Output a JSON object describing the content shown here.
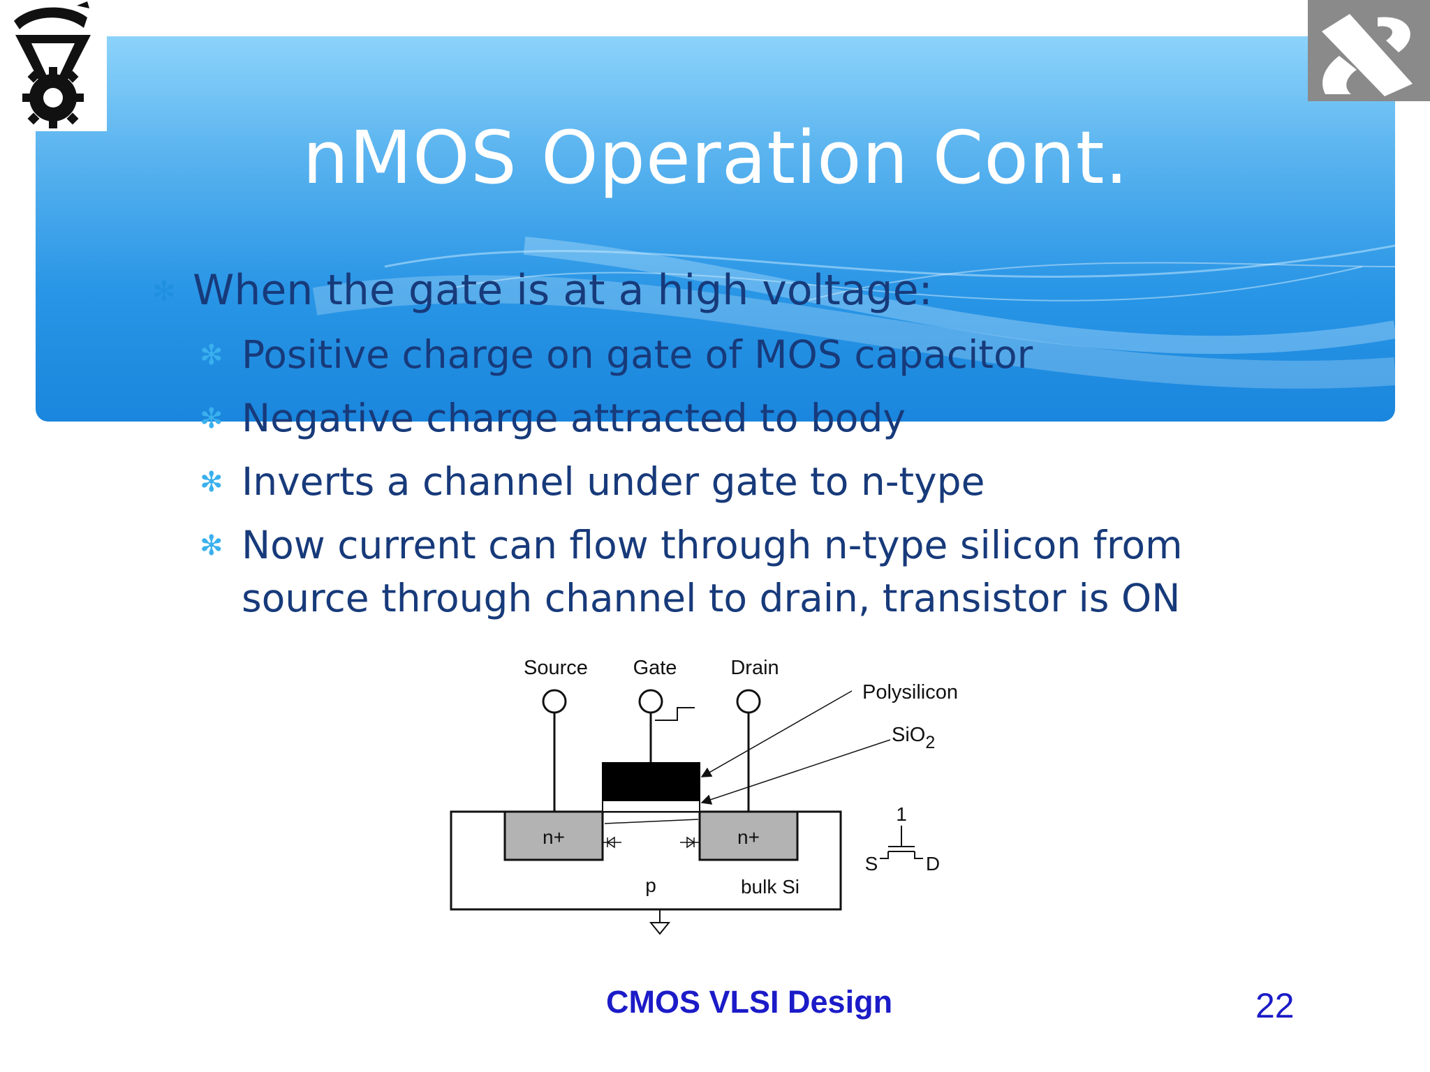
{
  "slide": {
    "title": "nMOS Operation Cont.",
    "main_bullet": "When the gate is at a high voltage:",
    "sub_bullets": [
      "Positive charge on gate of MOS capacitor",
      "Negative charge attracted to body",
      "Inverts a channel under gate to n-type",
      "Now current can flow through n-type silicon from source through channel to drain, transistor is ON"
    ],
    "sub_bullet_4_line1": "Now current can flow through n-type silicon from",
    "sub_bullet_4_line2": "source through channel to drain, transistor is ON",
    "footer": "CMOS VLSI Design",
    "page_number": "22"
  },
  "diagram": {
    "terminal_source": "Source",
    "terminal_gate": "Gate",
    "terminal_drain": "Drain",
    "label_polysilicon": "Polysilicon",
    "label_sio2_base": "SiO",
    "label_sio2_sub": "2",
    "region_source": "n+",
    "region_drain": "n+",
    "region_body": "p",
    "label_bulk": "bulk Si",
    "symbol_gate": "1",
    "symbol_source": "S",
    "symbol_drain": "D"
  },
  "colors": {
    "header_blue": "#2a96e6",
    "header_light": "#8cd3fb",
    "text_navy": "#173a7a",
    "bullet_mark": "#3ab0ee",
    "footer_blue": "#1b1bc8",
    "region_gray": "#b3b3b3"
  },
  "icons": [
    "technion-logo",
    "hebrew-aleph-logo",
    "bullet-asterisk-icon"
  ]
}
